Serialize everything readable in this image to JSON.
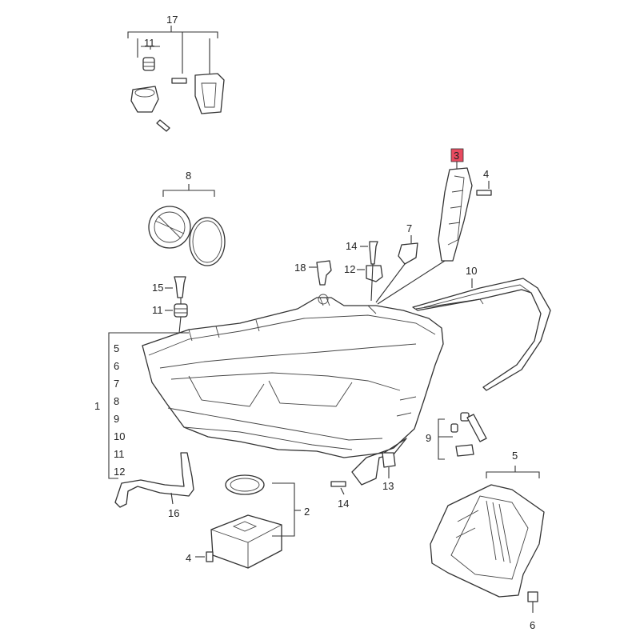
{
  "colors": {
    "line": "#333333",
    "highlight": "#e84a5f",
    "background": "#ffffff"
  },
  "labels": {
    "n17": "17",
    "n11a": "11",
    "n8": "8",
    "n3": "3",
    "n4a": "4",
    "n7": "7",
    "n14a": "14",
    "n12a": "12",
    "n18": "18",
    "n10": "10",
    "n15": "15",
    "n11b": "11",
    "n1": "1",
    "g5": "5",
    "g6": "6",
    "g7": "7",
    "g8": "8",
    "g9": "9",
    "g10": "10",
    "g11": "11",
    "g12": "12",
    "n9": "9",
    "n13": "13",
    "n14b": "14",
    "n16": "16",
    "n2": "2",
    "n4b": "4",
    "n5": "5",
    "n6": "6"
  }
}
